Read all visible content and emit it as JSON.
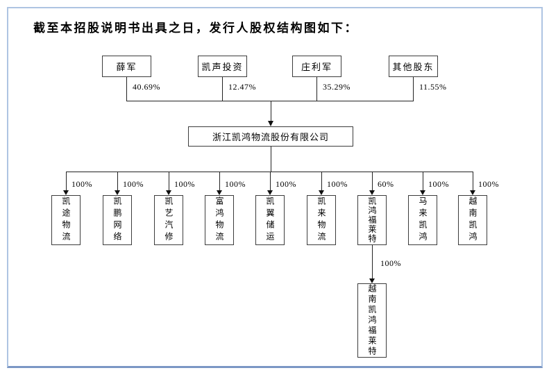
{
  "page": {
    "title": "截至本招股说明书出具之日，发行人股权结构图如下：",
    "border_color_light": "#aec4e2",
    "border_color_bottom": "#7b97c5",
    "line_color": "#222222"
  },
  "issuer": {
    "name": "浙江凯鸿物流股份有限公司"
  },
  "shareholders": [
    {
      "name": "薛军",
      "pct": "40.69%"
    },
    {
      "name": "凯声投资",
      "pct": "12.47%"
    },
    {
      "name": "庄利军",
      "pct": "35.29%"
    },
    {
      "name": "其他股东",
      "pct": "11.55%"
    }
  ],
  "subsidiaries": [
    {
      "name": "凯途物流",
      "pct": "100%"
    },
    {
      "name": "凯鹏网络",
      "pct": "100%"
    },
    {
      "name": "凯艺汽修",
      "pct": "100%"
    },
    {
      "name": "富鸿物流",
      "pct": "100%"
    },
    {
      "name": "凯翼储运",
      "pct": "100%"
    },
    {
      "name": "凯来物流",
      "pct": "100%"
    },
    {
      "name": "凯鸿福莱特",
      "pct": "60%"
    },
    {
      "name": "马来凯鸿",
      "pct": "100%"
    },
    {
      "name": "越南凯鸿",
      "pct": "100%"
    }
  ],
  "sub_subsidiary": {
    "name": "越南凯鸿福莱特",
    "pct": "100%",
    "parent": "凯鸿福莱特"
  }
}
